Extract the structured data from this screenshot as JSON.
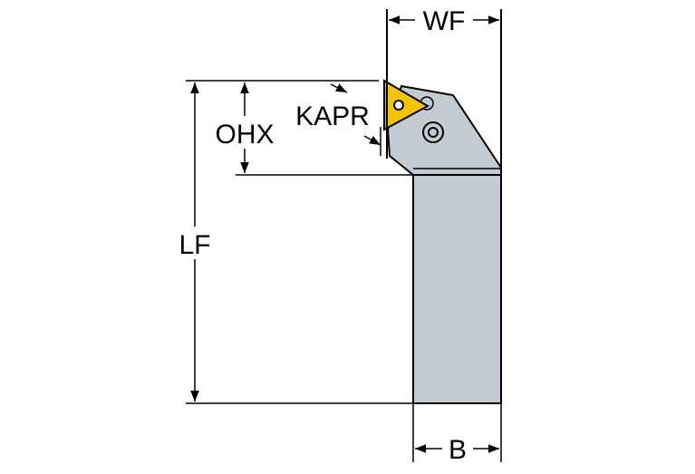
{
  "labels": {
    "wf": "WF",
    "ohx": "OHX",
    "kapr": "KAPR",
    "lf": "LF",
    "b": "B"
  },
  "colors": {
    "insert": "#f5c400",
    "body": "#c3ccd3",
    "outline": "#000000"
  }
}
